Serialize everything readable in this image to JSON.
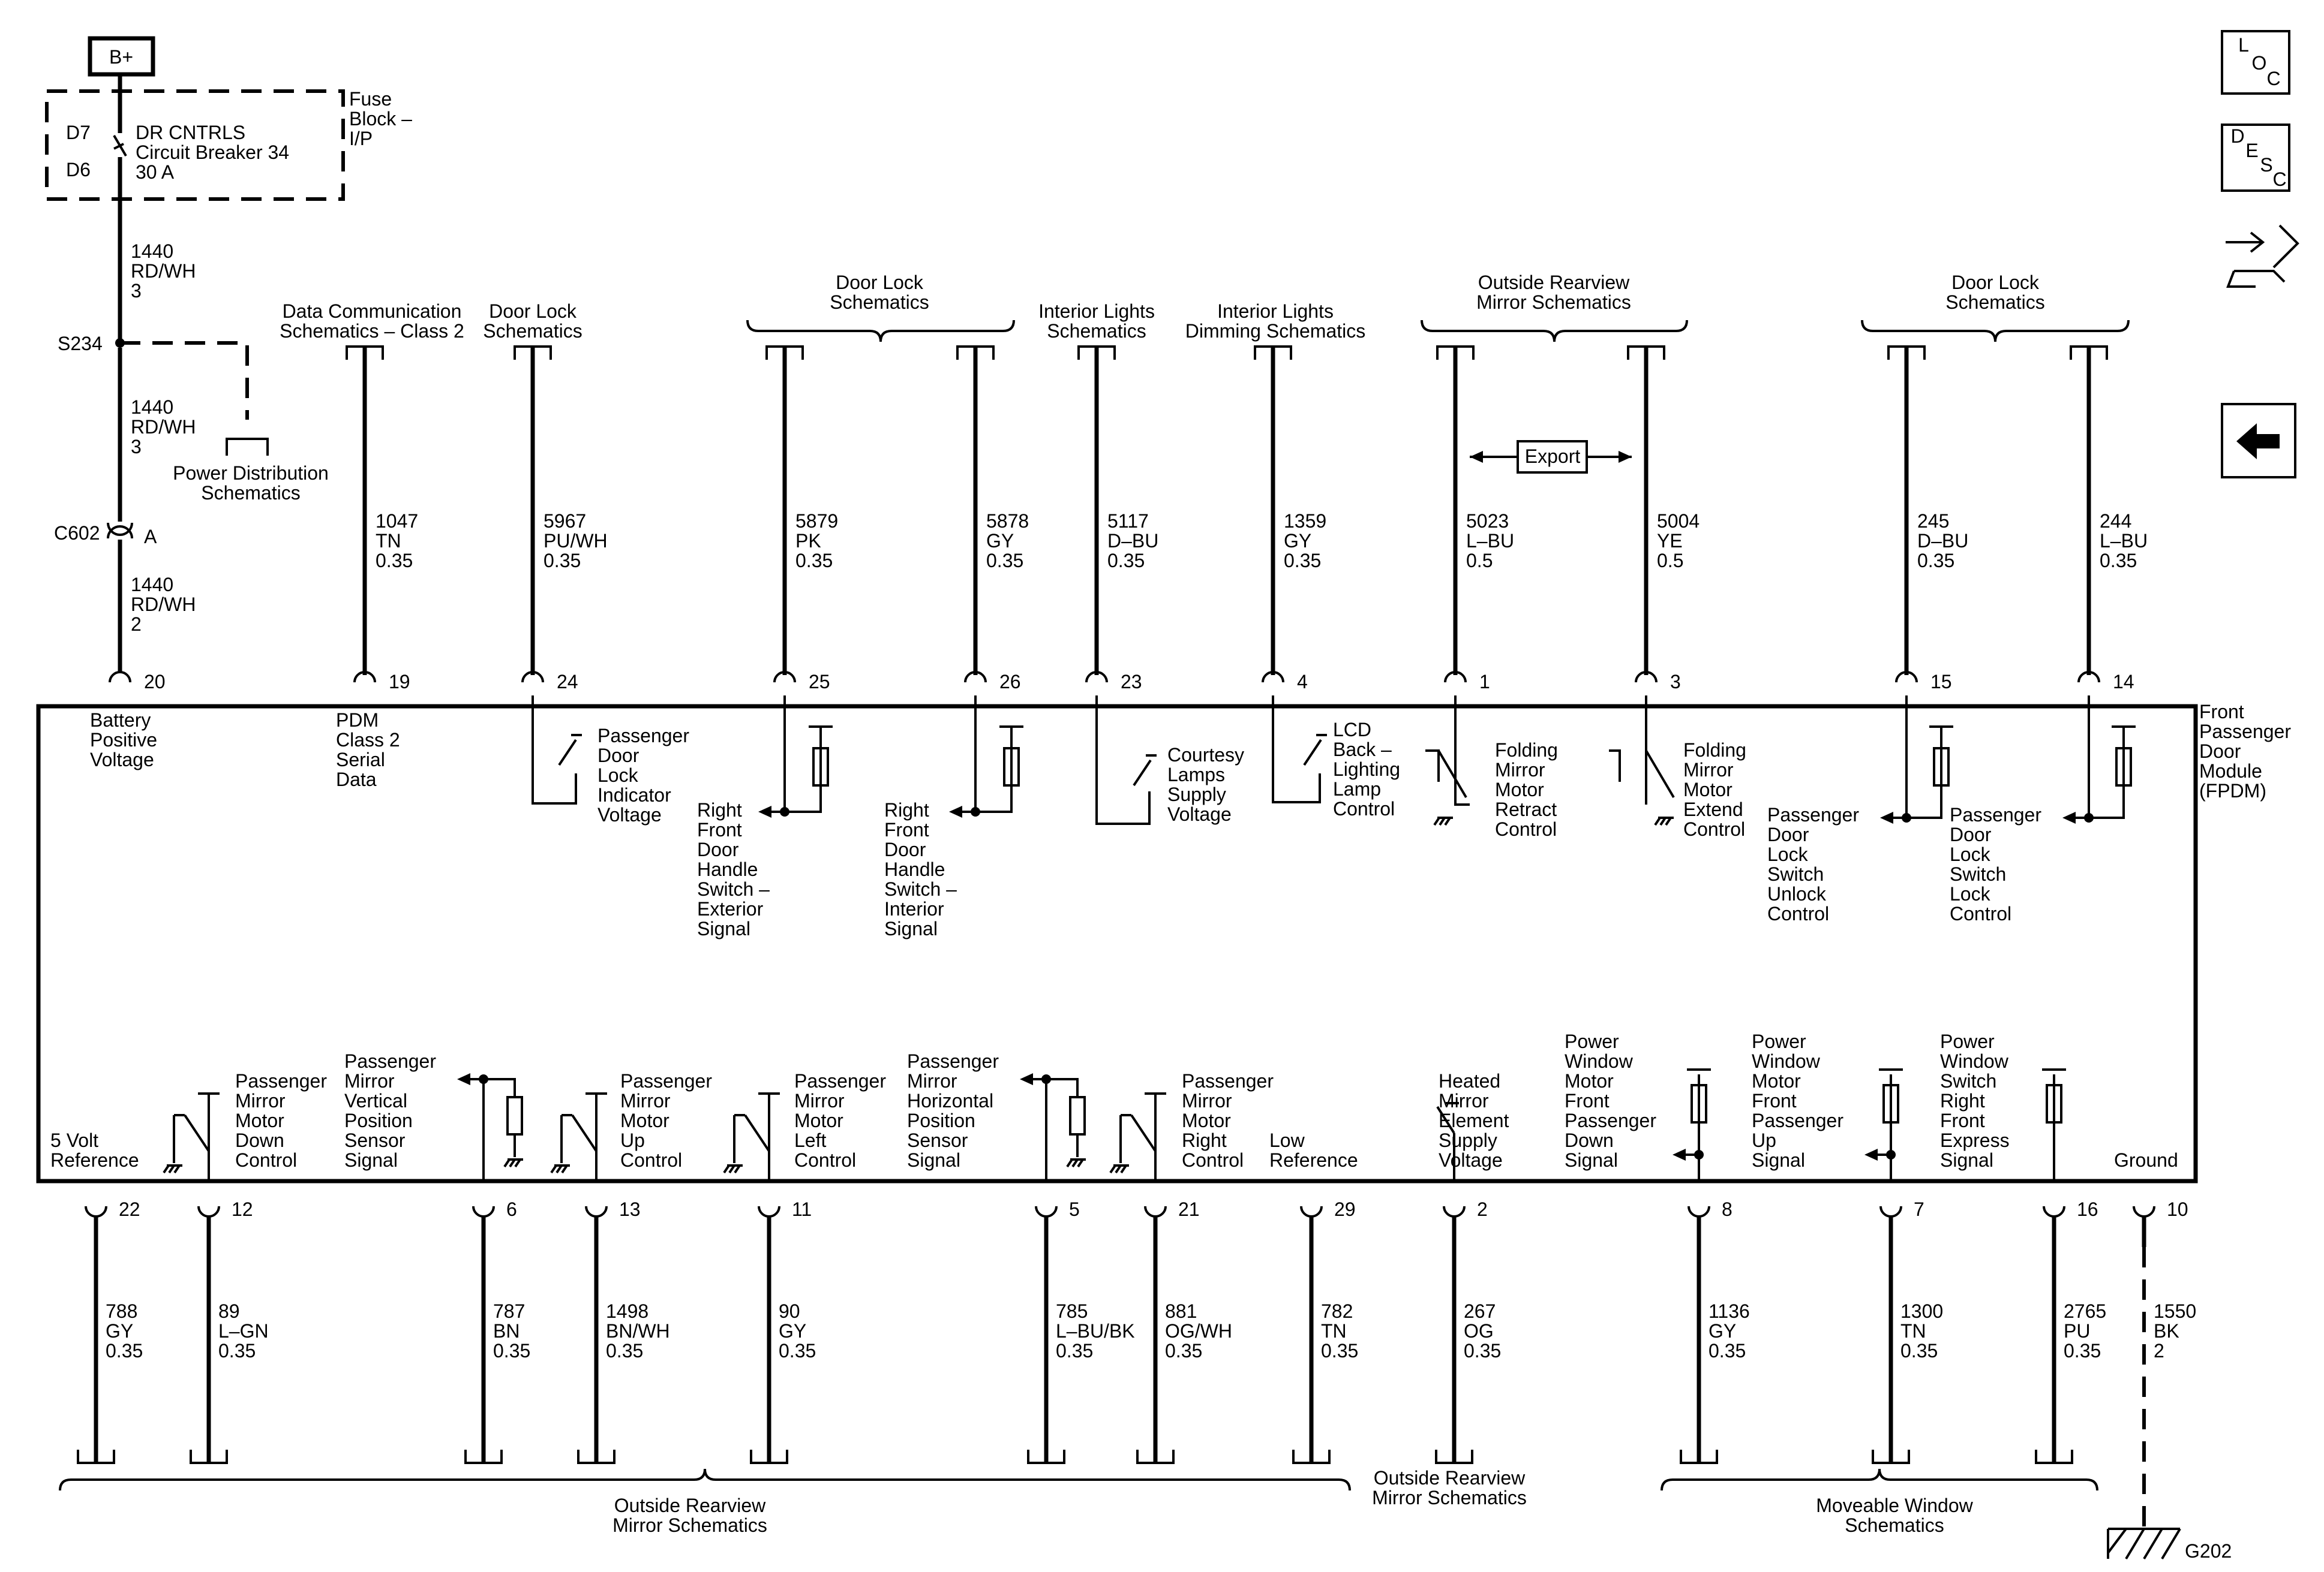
{
  "battery_box": "B+",
  "fuse_block": {
    "label_lines": [
      "Fuse",
      "Block –",
      "I/P"
    ],
    "pins": [
      "D7",
      "D6"
    ],
    "breaker_lines": [
      "DR CNTRLS",
      "Circuit Breaker 34",
      "30 A"
    ]
  },
  "supply_wires": [
    {
      "lines": [
        "1440",
        "RD/WH",
        "3"
      ]
    },
    {
      "lines": [
        "1440",
        "RD/WH",
        "3"
      ]
    },
    {
      "lines": [
        "1440",
        "RD/WH",
        "2"
      ]
    }
  ],
  "splice": "S234",
  "connector": {
    "name": "C602",
    "cavity": "A"
  },
  "power_distribution_ref": [
    "Power Distribution",
    "Schematics"
  ],
  "module": {
    "name_lines": [
      "Front",
      "Passenger",
      "Door",
      "Module",
      "(FPDM)"
    ]
  },
  "top_refs": [
    {
      "lines": [
        "Data Communication",
        "Schematics – Class 2"
      ]
    },
    {
      "lines": [
        "Door Lock",
        "Schematics"
      ]
    },
    {
      "lines": [
        "Door Lock",
        "Schematics"
      ]
    },
    {
      "lines": [
        "Interior Lights",
        "Schematics"
      ]
    },
    {
      "lines": [
        "Interior Lights",
        "Dimming Schematics"
      ]
    },
    {
      "lines": [
        "Outside Rearview",
        "Mirror Schematics"
      ]
    },
    {
      "lines": [
        "Door Lock",
        "Schematics"
      ]
    }
  ],
  "export_label": "Export",
  "top_wires": [
    {
      "pin": "20",
      "function": [
        "Battery",
        "Positive",
        "Voltage"
      ]
    },
    {
      "pin": "19",
      "circuit": [
        "1047",
        "TN",
        "0.35"
      ],
      "function": [
        "PDM",
        "Class 2",
        "Serial",
        "Data"
      ]
    },
    {
      "pin": "24",
      "circuit": [
        "5967",
        "PU/WH",
        "0.35"
      ],
      "function": [
        "Passenger",
        "Door",
        "Lock",
        "Indicator",
        "Voltage"
      ]
    },
    {
      "pin": "25",
      "circuit": [
        "5879",
        "PK",
        "0.35"
      ],
      "function": [
        "Right",
        "Front",
        "Door",
        "Handle",
        "Switch –",
        "Exterior",
        "Signal"
      ]
    },
    {
      "pin": "26",
      "circuit": [
        "5878",
        "GY",
        "0.35"
      ],
      "function": [
        "Right",
        "Front",
        "Door",
        "Handle",
        "Switch –",
        "Interior",
        "Signal"
      ]
    },
    {
      "pin": "23",
      "circuit": [
        "5117",
        "D–BU",
        "0.35"
      ],
      "function": [
        "Courtesy",
        "Lamps",
        "Supply",
        "Voltage"
      ]
    },
    {
      "pin": "4",
      "circuit": [
        "1359",
        "GY",
        "0.35"
      ],
      "function": [
        "LCD",
        "Back –",
        "Lighting",
        "Lamp",
        "Control"
      ]
    },
    {
      "pin": "1",
      "circuit": [
        "5023",
        "L–BU",
        "0.5"
      ],
      "function": [
        "Folding",
        "Mirror",
        "Motor",
        "Retract",
        "Control"
      ]
    },
    {
      "pin": "3",
      "circuit": [
        "5004",
        "YE",
        "0.5"
      ],
      "function": [
        "Folding",
        "Mirror",
        "Motor",
        "Extend",
        "Control"
      ]
    },
    {
      "pin": "15",
      "circuit": [
        "245",
        "D–BU",
        "0.35"
      ],
      "function": [
        "Passenger",
        "Door",
        "Lock",
        "Switch",
        "Unlock",
        "Control"
      ]
    },
    {
      "pin": "14",
      "circuit": [
        "244",
        "L–BU",
        "0.35"
      ],
      "function": [
        "Passenger",
        "Door",
        "Lock",
        "Switch",
        "Lock",
        "Control"
      ]
    }
  ],
  "bottom_wires": [
    {
      "pin": "22",
      "circuit": [
        "788",
        "GY",
        "0.35"
      ],
      "function": [
        "5 Volt",
        "Reference"
      ]
    },
    {
      "pin": "12",
      "circuit": [
        "89",
        "L–GN",
        "0.35"
      ],
      "function": [
        "Passenger",
        "Mirror",
        "Motor",
        "Down",
        "Control"
      ]
    },
    {
      "pin": "6",
      "circuit": [
        "787",
        "BN",
        "0.35"
      ],
      "function": [
        "Passenger",
        "Mirror",
        "Vertical",
        "Position",
        "Sensor",
        "Signal"
      ]
    },
    {
      "pin": "13",
      "circuit": [
        "1498",
        "BN/WH",
        "0.35"
      ],
      "function": [
        "Passenger",
        "Mirror",
        "Motor",
        "Up",
        "Control"
      ]
    },
    {
      "pin": "11",
      "circuit": [
        "90",
        "GY",
        "0.35"
      ],
      "function": [
        "Passenger",
        "Mirror",
        "Motor",
        "Left",
        "Control"
      ]
    },
    {
      "pin": "5",
      "circuit": [
        "785",
        "L–BU/BK",
        "0.35"
      ],
      "function": [
        "Passenger",
        "Mirror",
        "Horizontal",
        "Position",
        "Sensor",
        "Signal"
      ]
    },
    {
      "pin": "21",
      "circuit": [
        "881",
        "OG/WH",
        "0.35"
      ],
      "function": [
        "Passenger",
        "Mirror",
        "Motor",
        "Right",
        "Control"
      ]
    },
    {
      "pin": "29",
      "circuit": [
        "782",
        "TN",
        "0.35"
      ],
      "function": [
        "Low",
        "Reference"
      ]
    },
    {
      "pin": "2",
      "circuit": [
        "267",
        "OG",
        "0.35"
      ],
      "function": [
        "Heated",
        "Mirror",
        "Element",
        "Supply",
        "Voltage"
      ]
    },
    {
      "pin": "8",
      "circuit": [
        "1136",
        "GY",
        "0.35"
      ],
      "function": [
        "Power",
        "Window",
        "Motor",
        "Front",
        "Passenger",
        "Down",
        "Signal"
      ]
    },
    {
      "pin": "7",
      "circuit": [
        "1300",
        "TN",
        "0.35"
      ],
      "function": [
        "Power",
        "Window",
        "Motor",
        "Front",
        "Passenger",
        "Up",
        "Signal"
      ]
    },
    {
      "pin": "16",
      "circuit": [
        "2765",
        "PU",
        "0.35"
      ],
      "function": [
        "Power",
        "Window",
        "Switch",
        "Right",
        "Front",
        "Express",
        "Signal"
      ]
    },
    {
      "pin": "10",
      "circuit": [
        "1550",
        "BK",
        "2"
      ],
      "function": [
        "Ground"
      ]
    }
  ],
  "bottom_refs": [
    {
      "lines": [
        "Outside Rearview",
        "Mirror Schematics"
      ]
    },
    {
      "lines": [
        "Outside Rearview",
        "Mirror Schematics"
      ]
    },
    {
      "lines": [
        "Moveable Window",
        "Schematics"
      ]
    }
  ],
  "ground": "G202",
  "side_icons": [
    {
      "name": "loc-icon",
      "letters": [
        "L",
        "O",
        "C"
      ]
    },
    {
      "name": "desc-icon",
      "letters": [
        "D",
        "E",
        "S",
        "C"
      ]
    },
    {
      "name": "connector-hand-icon"
    },
    {
      "name": "back-arrow-icon"
    }
  ]
}
